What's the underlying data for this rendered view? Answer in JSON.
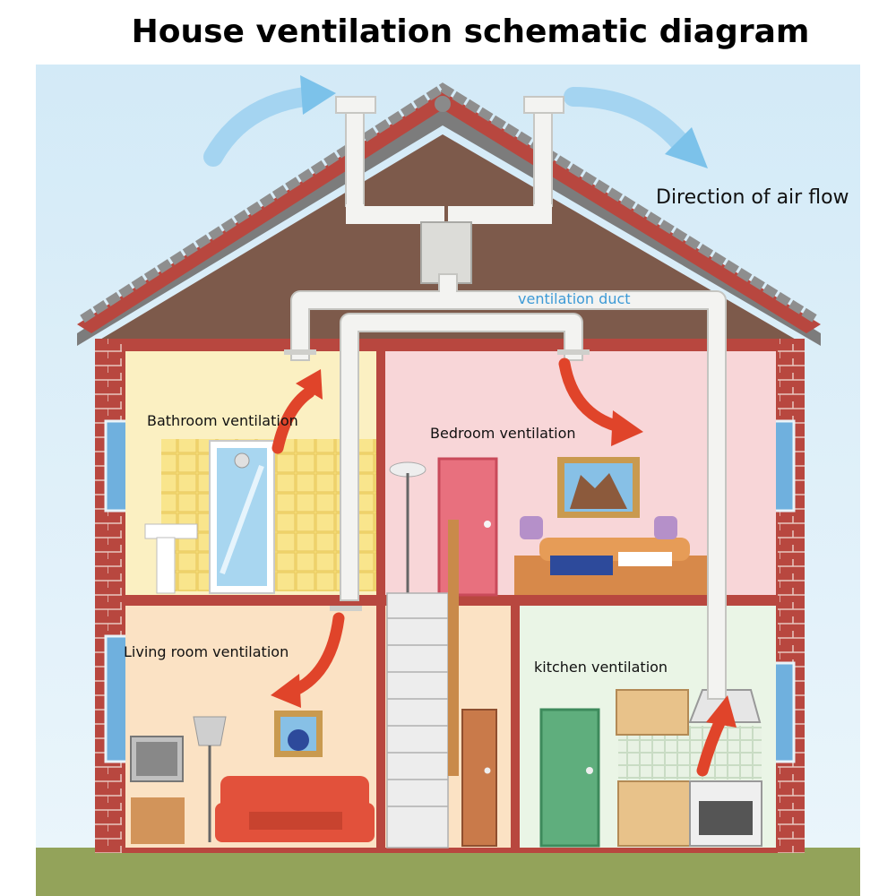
{
  "title": "House ventilation schematic diagram",
  "labels": {
    "air_flow": "Direction of air flow",
    "duct": "ventilation duct",
    "bathroom": "Bathroom ventilation",
    "bedroom": "Bedroom ventilation",
    "living_room": "Living room ventilation",
    "kitchen": "kitchen ventilation"
  },
  "colors": {
    "sky": "#d3eaf7",
    "brick": "#b8473f",
    "attic": "#7d5a4b",
    "duct": "#f3f3f1",
    "arrow_red": "#e0442a",
    "arrow_blue": "#7cc2ea",
    "duct_label": "#3d9ad6",
    "grass": "#93a35a"
  }
}
